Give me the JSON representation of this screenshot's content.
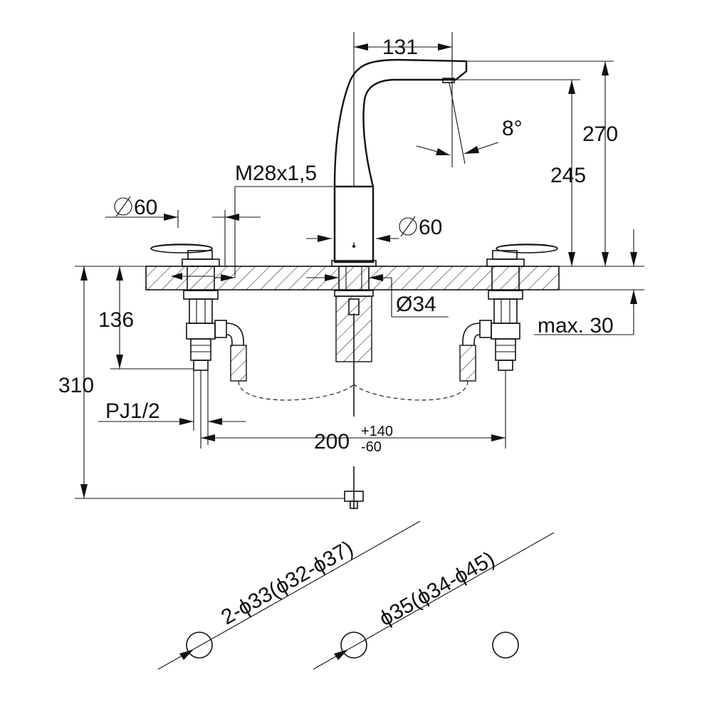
{
  "dimensions": {
    "spout_reach": "131",
    "total_height": "270",
    "outlet_height": "245",
    "spout_angle": "8°",
    "thread": "M28x1,5",
    "handle_diameter_left": "60",
    "base_diameter_center": "60",
    "tail_diameter": "Ø34",
    "max_deck_thickness": "max. 30",
    "below_deck_short": "136",
    "below_deck_total": "310",
    "connection_thread": "PJ1/2",
    "center_spacing": "200",
    "center_spacing_tol_plus": "+140",
    "center_spacing_tol_minus": "-60",
    "hole_spec_side": "2-ϕ33(ϕ32-ϕ37)",
    "hole_spec_center": "ϕ35(ϕ34-ϕ45)"
  },
  "colors": {
    "line": "#111111",
    "background": "#ffffff"
  }
}
